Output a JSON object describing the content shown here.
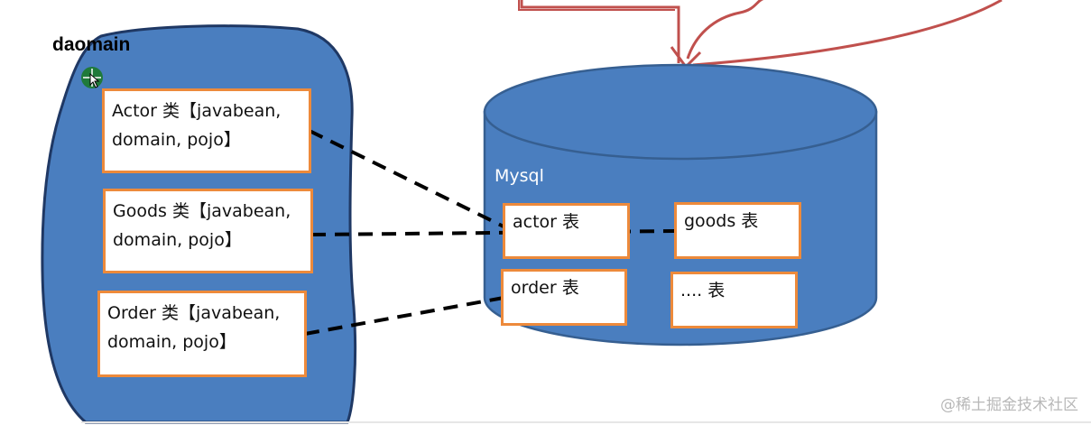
{
  "domain_title": "daomain",
  "classes": [
    {
      "line1": "Actor 类【javabean,",
      "line2": "domain, pojo】"
    },
    {
      "line1": "Goods 类【javabean,",
      "line2": "domain, pojo】"
    },
    {
      "line1": "Order 类【javabean,",
      "line2": "domain, pojo】"
    }
  ],
  "database": {
    "label": "Mysql",
    "tables": [
      {
        "label": "actor 表"
      },
      {
        "label": "goods 表"
      },
      {
        "label": "order 表"
      },
      {
        "label": ".... 表"
      }
    ]
  },
  "watermark": "@稀土掘金技术社区",
  "colors": {
    "blob_fill": "#4a7ebf",
    "blob_stroke": "#1f3864",
    "box_border": "#ed8a3b",
    "arrow": "#c0504d",
    "cylinder_fill": "#4a7ebf",
    "cylinder_stroke": "#365f91"
  },
  "icons": {
    "cursor": "move-cursor-icon"
  }
}
